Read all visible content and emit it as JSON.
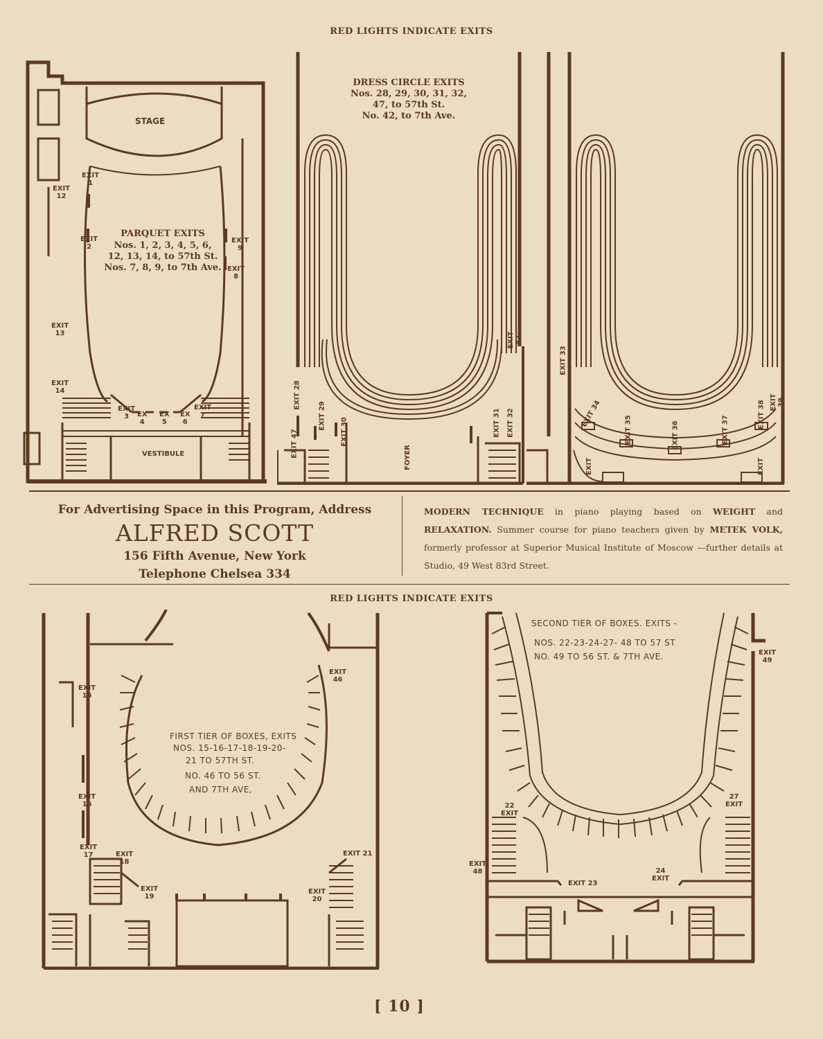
{
  "top_heading": "RED LIGHTS INDICATE EXITS",
  "middle_heading": "RED LIGHTS INDICATE EXITS",
  "parquet": {
    "stage": "STAGE",
    "vestibule": "VESTIBULE",
    "title": "PARQUET EXITS",
    "line1": "Nos. 1, 2, 3, 4, 5, 6,",
    "line2": "12, 13, 14, to 57th St.",
    "line3": "Nos. 7, 8, 9, to 7th Ave.",
    "exits": [
      "EXIT\n1",
      "EXIT\n2",
      "EXIT\n3",
      "EX\n4",
      "EX\n5",
      "EX\n6",
      "EXIT\n7",
      "EXIT\n8",
      "EXIT\n9",
      "EXIT\n12",
      "EXIT\n13",
      "EXIT\n14"
    ]
  },
  "dress_circle": {
    "title": "DRESS CIRCLE EXITS",
    "line1": "Nos. 28, 29, 30, 31, 32,",
    "line2": "47, to 57th St.",
    "line3": "No. 42, to 7th Ave.",
    "foyer": "FOYER",
    "exits": [
      "EXIT 28",
      "EXIT 29",
      "EXIT 30",
      "EXIT 31",
      "EXIT 32",
      "EXIT 47",
      "EXIT 42"
    ]
  },
  "balcony": {
    "exits": [
      "EXIT 33",
      "EXIT 34",
      "EXIT 35",
      "EXIT 36",
      "EXIT 37",
      "EXIT 38",
      "EXIT 39",
      "EXIT",
      "EXIT"
    ]
  },
  "ad_left": {
    "line1": "For Advertising Space in this Program, Address",
    "name": "ALFRED SCOTT",
    "address": "156 Fifth Avenue, New York",
    "phone": "Telephone Chelsea 334"
  },
  "ad_right": {
    "b1": "MODERN TECHNIQUE",
    "t1": " in piano playing based on ",
    "b2": "WEIGHT",
    "t2": " and ",
    "b3": "RELAXATION.",
    "t3": " Summer course for piano teachers given by ",
    "b4": "METEK VOLK,",
    "t4": " formerly professor at Superior Musical Institute of Moscow —further details at Studio, 49 West 83rd Street."
  },
  "first_tier": {
    "line1": "FIRST TIER OF BOXES, EXITS",
    "line2": "NOS. 15-16-17-18-19-20-",
    "line3": "21 TO 57TH ST.",
    "line4": "NO. 46 TO 56 ST.",
    "line5": "AND 7TH AVE,",
    "exits": [
      "EXIT\n15",
      "EXIT\n16",
      "EXIT\n17",
      "EXIT\n18",
      "EXIT\n19",
      "EXIT\n20",
      "EXIT 21",
      "EXIT\n46"
    ]
  },
  "second_tier": {
    "line1": "SECOND TIER OF BOXES. EXITS -",
    "line2": "NOS. 22-23-24-27- 48 TO 57 ST",
    "line3": "NO. 49 TO 56 ST. & 7TH AVE.",
    "exits": [
      "EXIT\n49",
      "22\nEXIT",
      "27\nEXIT",
      "EXIT\n48",
      "EXIT 23",
      "24\nEXIT"
    ]
  },
  "folio": "[ 10 ]",
  "colors": {
    "paper": "#ecdcc4",
    "ink": "#5b3a1f"
  }
}
